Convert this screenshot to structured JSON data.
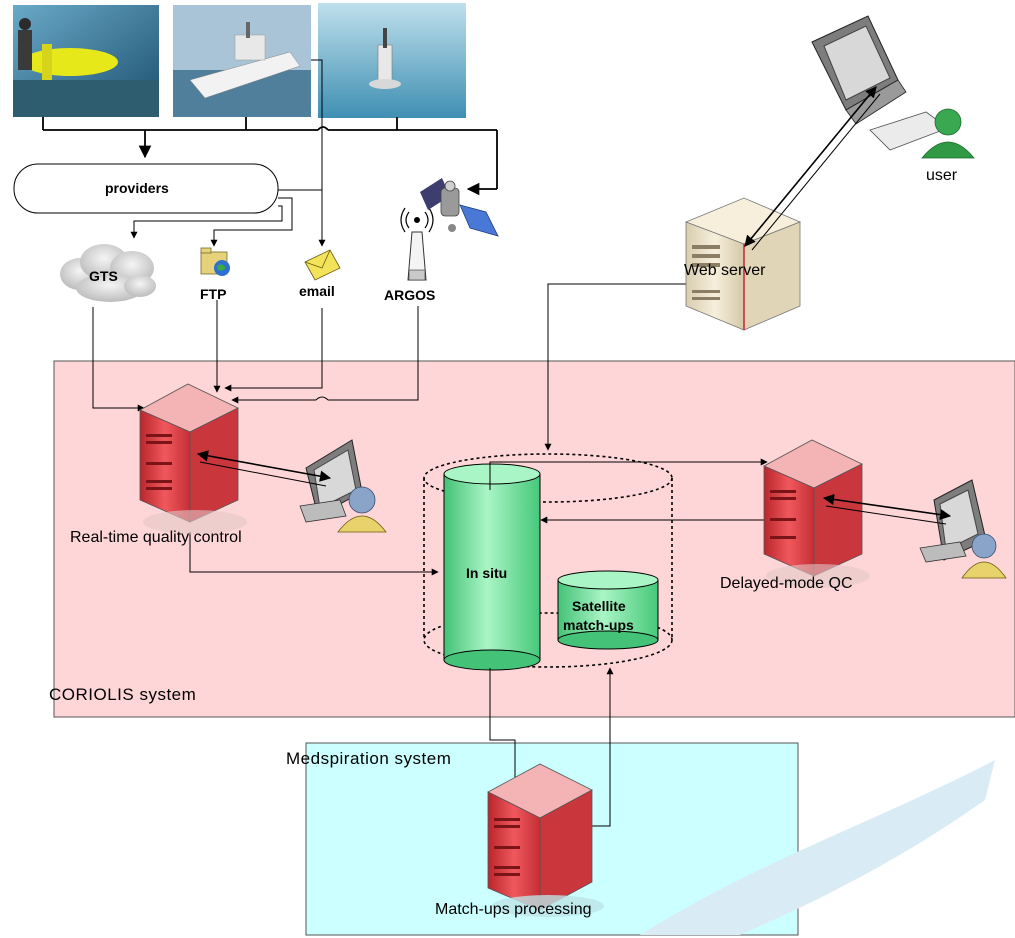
{
  "labels": {
    "providers": "providers",
    "gts": "GTS",
    "ftp": "FTP",
    "email": "email",
    "argos": "ARGOS",
    "web_server": "Web server",
    "user": "user",
    "real_time_qc": "Real-time quality control",
    "in_situ": "In situ",
    "satellite_line1": "Satellite",
    "satellite_line2": "match-ups",
    "delayed_mode_qc": "Delayed-mode QC",
    "coriolis_system": "CORIOLIS system",
    "medspiration_system": "Medspiration system",
    "matchups_processing": "Match-ups processing"
  },
  "colors": {
    "coriolis_fill": "#ffd6d8",
    "medspiration_fill": "#ccffff",
    "server_red": "#e0464c",
    "db_green": "#66e89a",
    "server_beige": "#efe6cf"
  },
  "icons": [
    "photo-buoy-deployment",
    "photo-research-vessel",
    "photo-sea-buoy",
    "satellite-icon",
    "antenna-icon",
    "cloud-icon",
    "globe-folder-icon",
    "envelope-icon",
    "computer-user-icon",
    "server-icon",
    "database-icon"
  ]
}
